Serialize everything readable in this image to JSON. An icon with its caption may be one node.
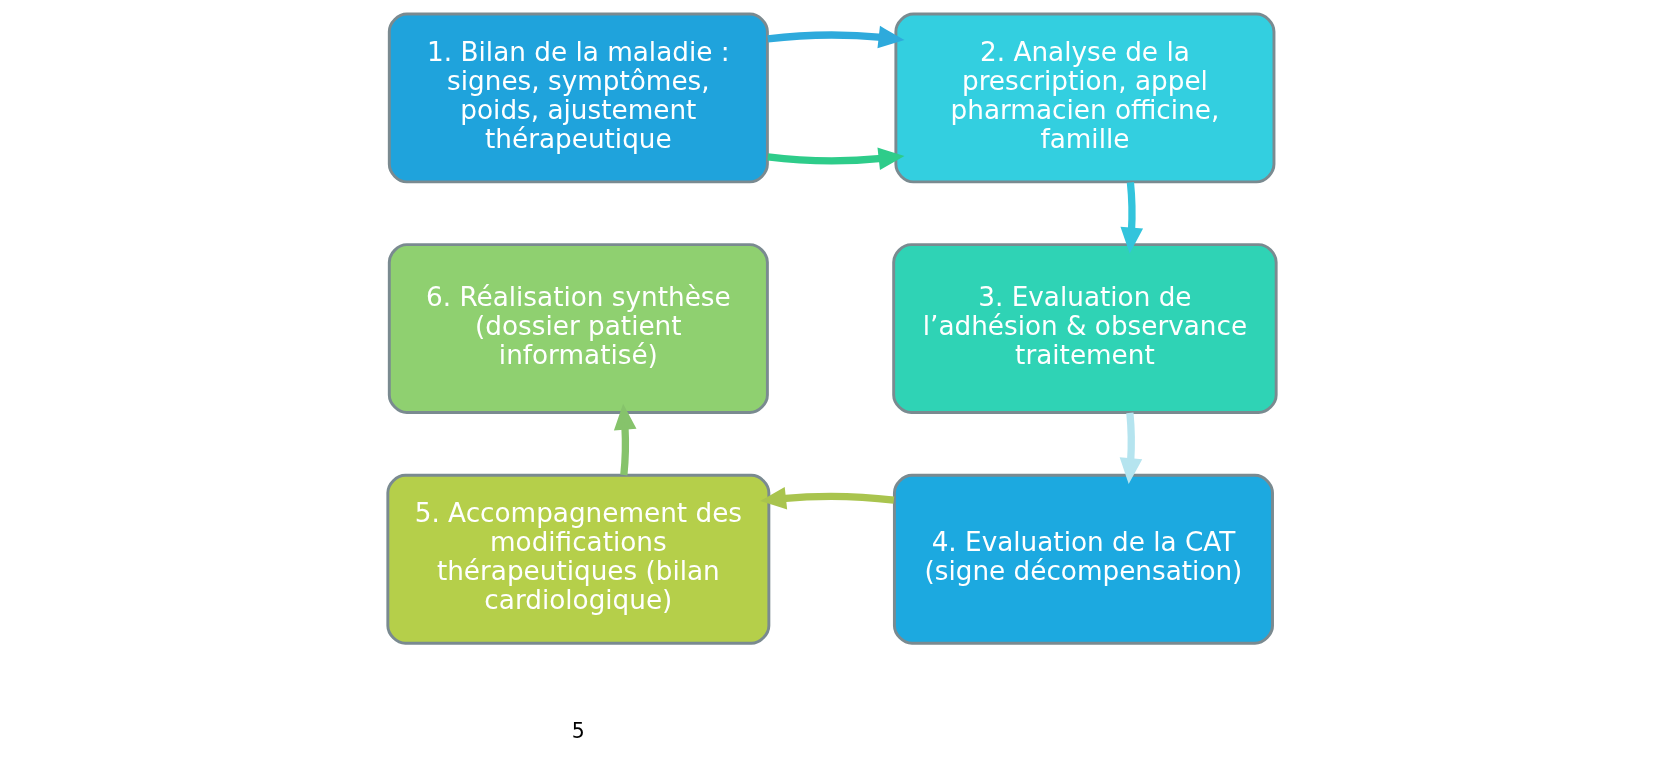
{
  "diagram": {
    "nodes": [
      {
        "text": [
          "1. Bilan de la maladie :",
          "signes, symptômes, poids, ajustement thérapeutique"
        ]
      },
      {
        "text": [
          "2. Analyse de la prescription, appel pharmacien officine, famille"
        ]
      },
      {
        "text": [
          "3. Evaluation de l’adhésion & observance traitement"
        ]
      },
      {
        "text": [
          "4. Evaluation de la CAT (signe décompensation)"
        ]
      },
      {
        "text": [
          "5. Accompagnement des modifications thérapeutiques (bilan cardiologique)"
        ]
      },
      {
        "text": [
          "6. Réalisation synthèse (dossier patient informatisé)"
        ]
      }
    ],
    "edges": [
      {
        "from": 0,
        "to": 1,
        "arrow": "to",
        "color": "#2ecc8a"
      },
      {
        "from": 0,
        "to": 1,
        "arrow": "to",
        "color": "#2eaadc"
      },
      {
        "from": 1,
        "to": 2,
        "arrow": "to",
        "color": "#33c4dc"
      },
      {
        "from": 2,
        "to": 3,
        "arrow": "to",
        "color": "#b5e4ef"
      },
      {
        "from": 3,
        "to": 4,
        "arrow": "to",
        "color": "#a9c44e"
      },
      {
        "from": 4,
        "to": 5,
        "arrow": "to",
        "color": "#86c36b"
      }
    ],
    "labels": [
      "5"
    ]
  }
}
